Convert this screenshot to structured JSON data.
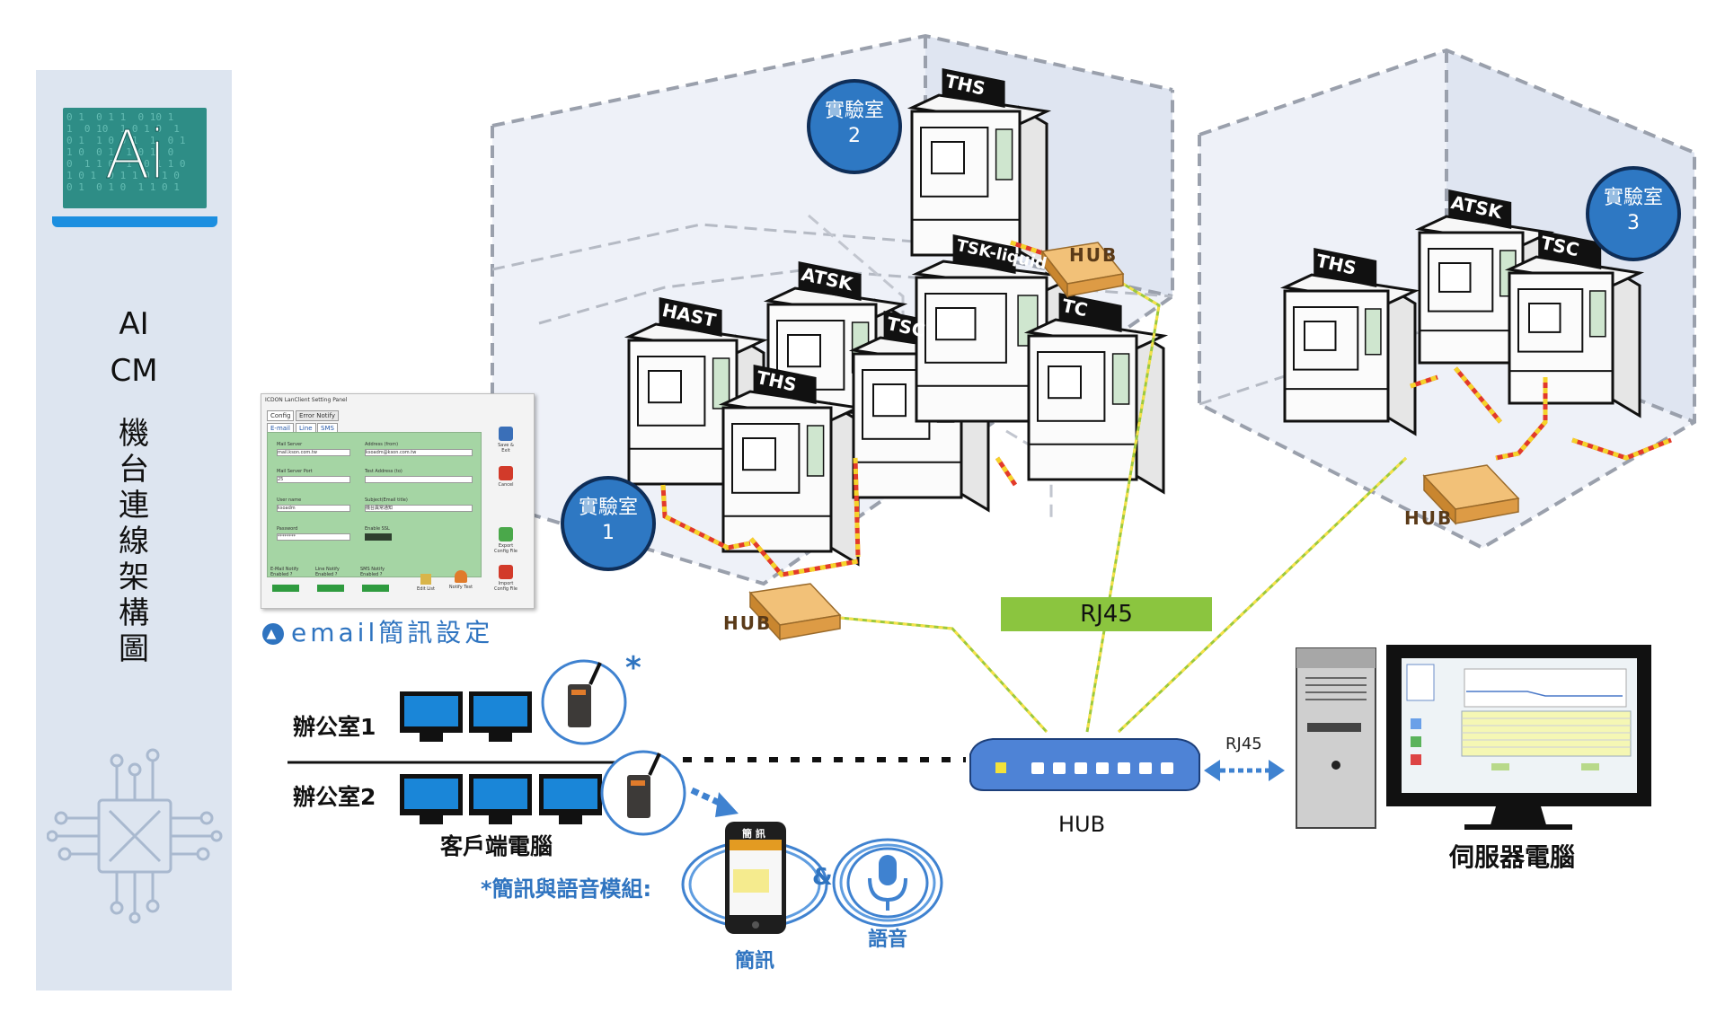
{
  "sidebar": {
    "logo_text": "Ai",
    "title_line1": "AI",
    "title_line2": "CM",
    "vertical_title": [
      "機",
      "台",
      "連",
      "線",
      "架",
      "構",
      "圖"
    ]
  },
  "labs": [
    {
      "id": "lab2",
      "line1": "實驗室",
      "line2": "2"
    },
    {
      "id": "lab1",
      "line1": "實驗室",
      "line2": "1"
    },
    {
      "id": "lab3",
      "line1": "實驗室",
      "line2": "3"
    }
  ],
  "machines": [
    "THS",
    "HAST",
    "ATSK",
    "THS",
    "TSC",
    "TSK-liquid",
    "TC",
    "THS",
    "ATSK",
    "TSC"
  ],
  "hub_label": "HUB",
  "rj45_label": "RJ45",
  "rj45_small": "RJ45",
  "main_hub": "HUB",
  "server_label": "伺服器電腦",
  "email_caption": "email簡訊設定",
  "office1": "辦公室1",
  "office2": "辦公室2",
  "client_label": "客戶端電腦",
  "module_label": "*簡訊與語音模組:",
  "sms_label": "簡訊",
  "voice_label": "語音",
  "ampersand": "&",
  "asterisk": "*",
  "phone_header": "簡 訊",
  "settings_panel": {
    "title": "ICDON LanClient Setting Panel",
    "tabs": [
      "Config",
      "Error Notify"
    ],
    "subtabs": [
      "E-mail",
      "Line",
      "SMS"
    ],
    "fields": [
      {
        "label": "Mail Server",
        "value": "mail.kson.com.tw"
      },
      {
        "label": "Address (from)",
        "value": "ksoadm@kson.com.tw"
      },
      {
        "label": "Mail Server Port",
        "value": "25"
      },
      {
        "label": "Test Address (to)",
        "value": ""
      },
      {
        "label": "User name",
        "value": "ksoadm"
      },
      {
        "label": "Subject(Email title)",
        "value": "機台異常通知"
      },
      {
        "label": "Password",
        "value": "********"
      },
      {
        "label": "Enable SSL",
        "value": ""
      }
    ],
    "notify": [
      "E-Mail Notify Enabled ?",
      "Line Notify Enabled ?",
      "SMS Notify Enabled ?"
    ],
    "bottom_buttons": [
      "Edit List",
      "Notify Test"
    ],
    "side_buttons": [
      "Save & Exit",
      "Cancel",
      "Export Config File",
      "Import Config File"
    ]
  },
  "colors": {
    "badge": "#2e78c3",
    "rj45_bar": "#8bc53f",
    "hub": "#e8a44a",
    "main_hub": "#4a7fd0"
  }
}
